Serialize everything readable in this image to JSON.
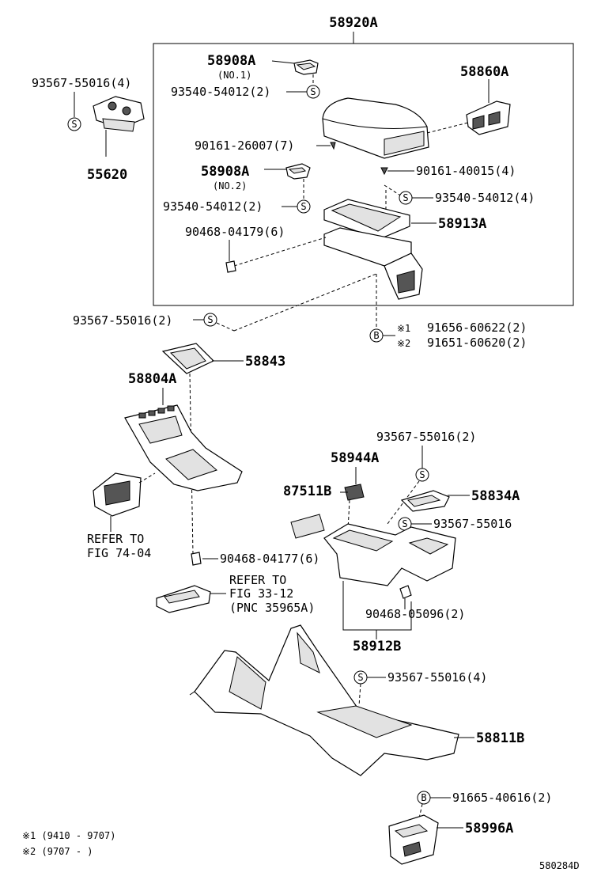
{
  "group_label": "58920A",
  "labels": {
    "l_58908A_1": "58908A",
    "l_no1": "(NO.1)",
    "l_93540_a": "93540-54012(2)",
    "l_58860A": "58860A",
    "l_90161_26007": "90161-26007(7)",
    "l_58908A_2": "58908A",
    "l_no2": "(NO.2)",
    "l_90161_40015": "90161-40015(4)",
    "l_93540_b": "93540-54012(4)",
    "l_93540_c": "93540-54012(2)",
    "l_58913A": "58913A",
    "l_90468_04179": "90468-04179(6)",
    "l_93567_top": "93567-55016(4)",
    "l_55620": "55620",
    "l_93567_2a": "93567-55016(2)",
    "l_ref1": "※1",
    "l_91656": "91656-60622(2)",
    "l_ref2": "※2",
    "l_91651": "91651-60620(2)",
    "l_58843": "58843",
    "l_58804A": "58804A",
    "l_refer1": "REFER TO",
    "l_fig7404": "FIG 74-04",
    "l_90468_04177": "90468-04177(6)",
    "l_refer2": "REFER TO",
    "l_fig3312": "FIG 33-12",
    "l_pnc": "(PNC 35965A)",
    "l_93567_2b": "93567-55016(2)",
    "l_58944A": "58944A",
    "l_87511B": "87511B",
    "l_58834A": "58834A",
    "l_93567_single": "93567-55016",
    "l_90468_05096": "90468-05096(2)",
    "l_58912B": "58912B",
    "l_93567_4b": "93567-55016(4)",
    "l_58811B": "58811B",
    "l_91665": "91665-40616(2)",
    "l_58996A": "58996A",
    "l_fn1": "※1 (9410 - 9707)",
    "l_fn2": "※2 (9707 -      )",
    "l_code": "580284D"
  },
  "symbols": {
    "s_mark": "S",
    "b_mark": "B"
  }
}
